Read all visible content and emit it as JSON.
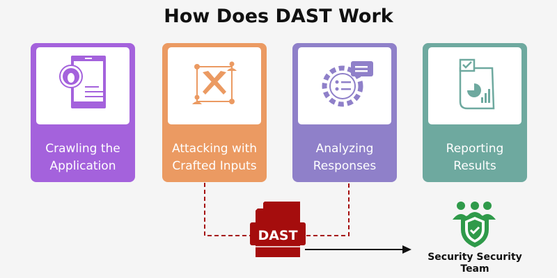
{
  "title": "How Does DAST Work",
  "steps": [
    {
      "label_1": "Crawling the",
      "label_2": "Application",
      "color": "#a462dc",
      "icon": "mobile-bug-icon"
    },
    {
      "label_1": "Attacking with",
      "label_2": "Crafted Inputs",
      "color": "#eb9a62",
      "icon": "crossed-swords-icon"
    },
    {
      "label_1": "Analyzing",
      "label_2": "Responses",
      "color": "#8f80c9",
      "icon": "gear-message-icon"
    },
    {
      "label_1": "Reporting",
      "label_2": "Results",
      "color": "#6ea99f",
      "icon": "report-chart-icon"
    }
  ],
  "dast": {
    "label": "DAST",
    "color": "#a50d0d"
  },
  "team": {
    "label_1": "Security Security",
    "label_2": "Team",
    "color": "#2f9a4a"
  }
}
